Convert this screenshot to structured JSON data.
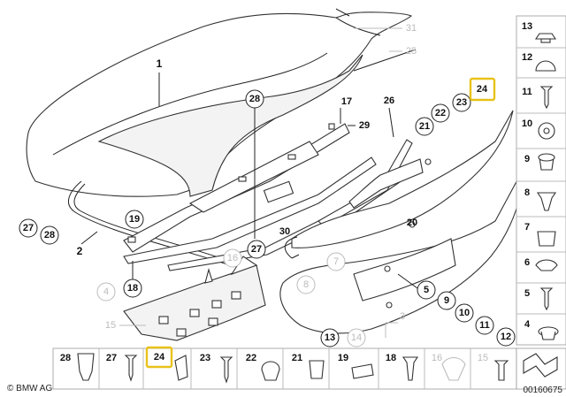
{
  "brand": "© BMW AG",
  "diagram_id": "00160675",
  "highlight_color": "#e8c21a",
  "callouts": {
    "c1": "1",
    "c2": "2",
    "c3": "3",
    "c4": "4",
    "c5": "5",
    "c7": "7",
    "c8": "8",
    "c9": "9",
    "c10": "10",
    "c11": "11",
    "c12": "12",
    "c13": "13",
    "c14": "14",
    "c15": "15",
    "c16": "16",
    "c17": "17",
    "c18": "18",
    "c19": "19",
    "c20": "20",
    "c21": "21",
    "c22": "22",
    "c23": "23",
    "c24": "24",
    "c25": "25",
    "c26": "26",
    "c27a": "27",
    "c27b": "27",
    "c28a": "28",
    "c28b": "28",
    "c29": "29",
    "c30": "30",
    "c31": "31"
  },
  "side_panel": [
    "13",
    "12",
    "11",
    "10",
    "9",
    "8",
    "7",
    "6",
    "5",
    "4"
  ],
  "bottom_row": [
    "28",
    "27",
    "24",
    "23",
    "22",
    "21",
    "19",
    "18",
    "16",
    "15"
  ]
}
